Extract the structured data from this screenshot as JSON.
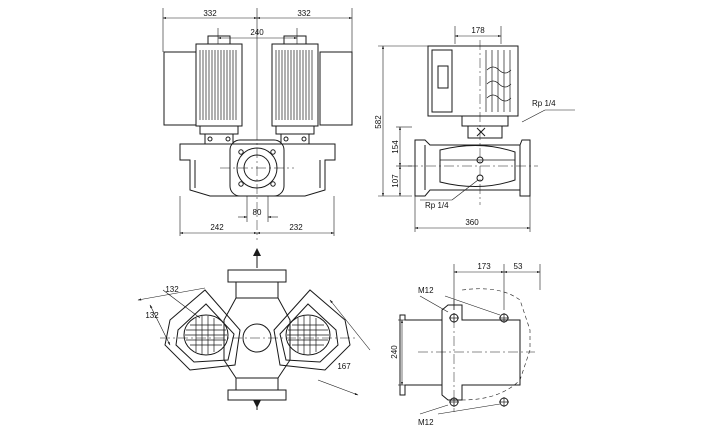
{
  "front_view": {
    "dim_overall_left": "332",
    "dim_overall_right": "332",
    "dim_motor_spacing": "240",
    "dim_inlet": "80",
    "dim_foot_left": "242",
    "dim_foot_right": "232"
  },
  "side_view": {
    "dim_motor_width": "178",
    "dim_total_height": "582",
    "dim_upper_height": "154",
    "dim_lower_height": "107",
    "dim_base_length": "360",
    "label_port_top": "Rp 1/4",
    "label_port_bottom": "Rp 1/4"
  },
  "top_view": {
    "dim_flange_a": "132",
    "dim_flange_b": "132",
    "dim_diagonal": "167"
  },
  "foot_view": {
    "dim_hole_spacing": "173",
    "dim_hole_offset": "53",
    "dim_width": "240",
    "label_bolt_top": "M12",
    "label_bolt_bottom": "M12"
  }
}
